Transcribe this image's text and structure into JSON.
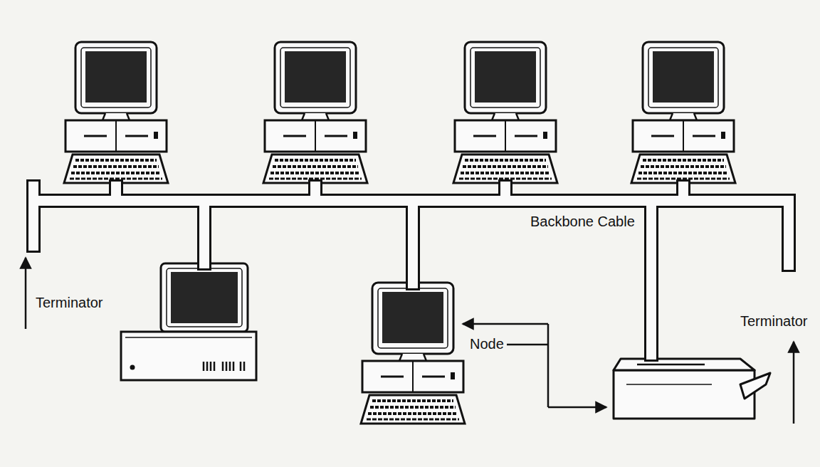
{
  "diagram": {
    "labels": [
      "Backbone Cable",
      "Terminator",
      "Terminator",
      "Node"
    ]
  }
}
